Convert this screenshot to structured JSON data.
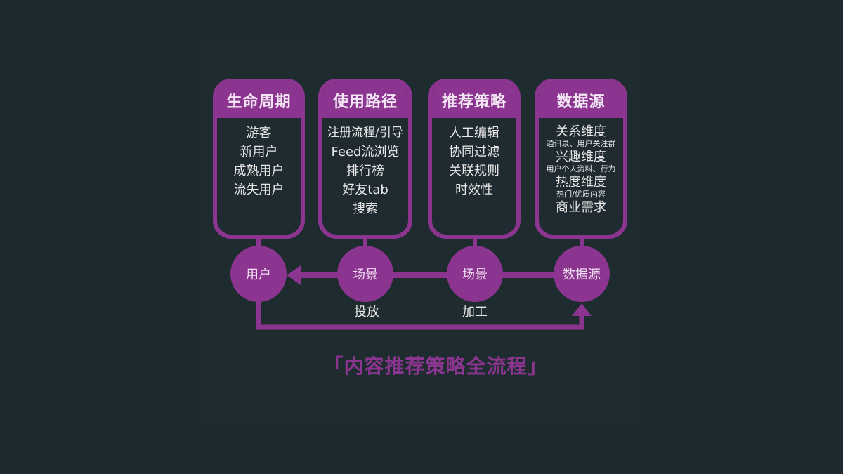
{
  "colors": {
    "background": "#1f2a30",
    "accent": "#8c3590",
    "text": "#e6e6e6"
  },
  "cards": [
    {
      "title": "生命周期",
      "items": [
        "游客",
        "新用户",
        "成熟用户",
        "流失用户"
      ]
    },
    {
      "title": "使用路径",
      "items": [
        "注册流程/引导",
        "Feed流浏览",
        "排行榜",
        "好友tab",
        "搜索"
      ]
    },
    {
      "title": "推荐策略",
      "items": [
        "人工编辑",
        "协同过滤",
        "关联规则",
        "时效性"
      ]
    },
    {
      "title": "数据源",
      "groups": [
        {
          "label": "关系维度",
          "detail": "通讯录、用户关注群"
        },
        {
          "label": "兴趣维度",
          "detail": "用户个人资料、行为"
        },
        {
          "label": "热度维度",
          "detail": "热门/优质内容"
        },
        {
          "label": "商业需求",
          "detail": ""
        }
      ]
    }
  ],
  "nodes": [
    {
      "label": "用户",
      "caption": ""
    },
    {
      "label": "场景",
      "caption": "投放"
    },
    {
      "label": "场景",
      "caption": "加工"
    },
    {
      "label": "数据源",
      "caption": ""
    }
  ],
  "title": "「内容推荐策略全流程」"
}
